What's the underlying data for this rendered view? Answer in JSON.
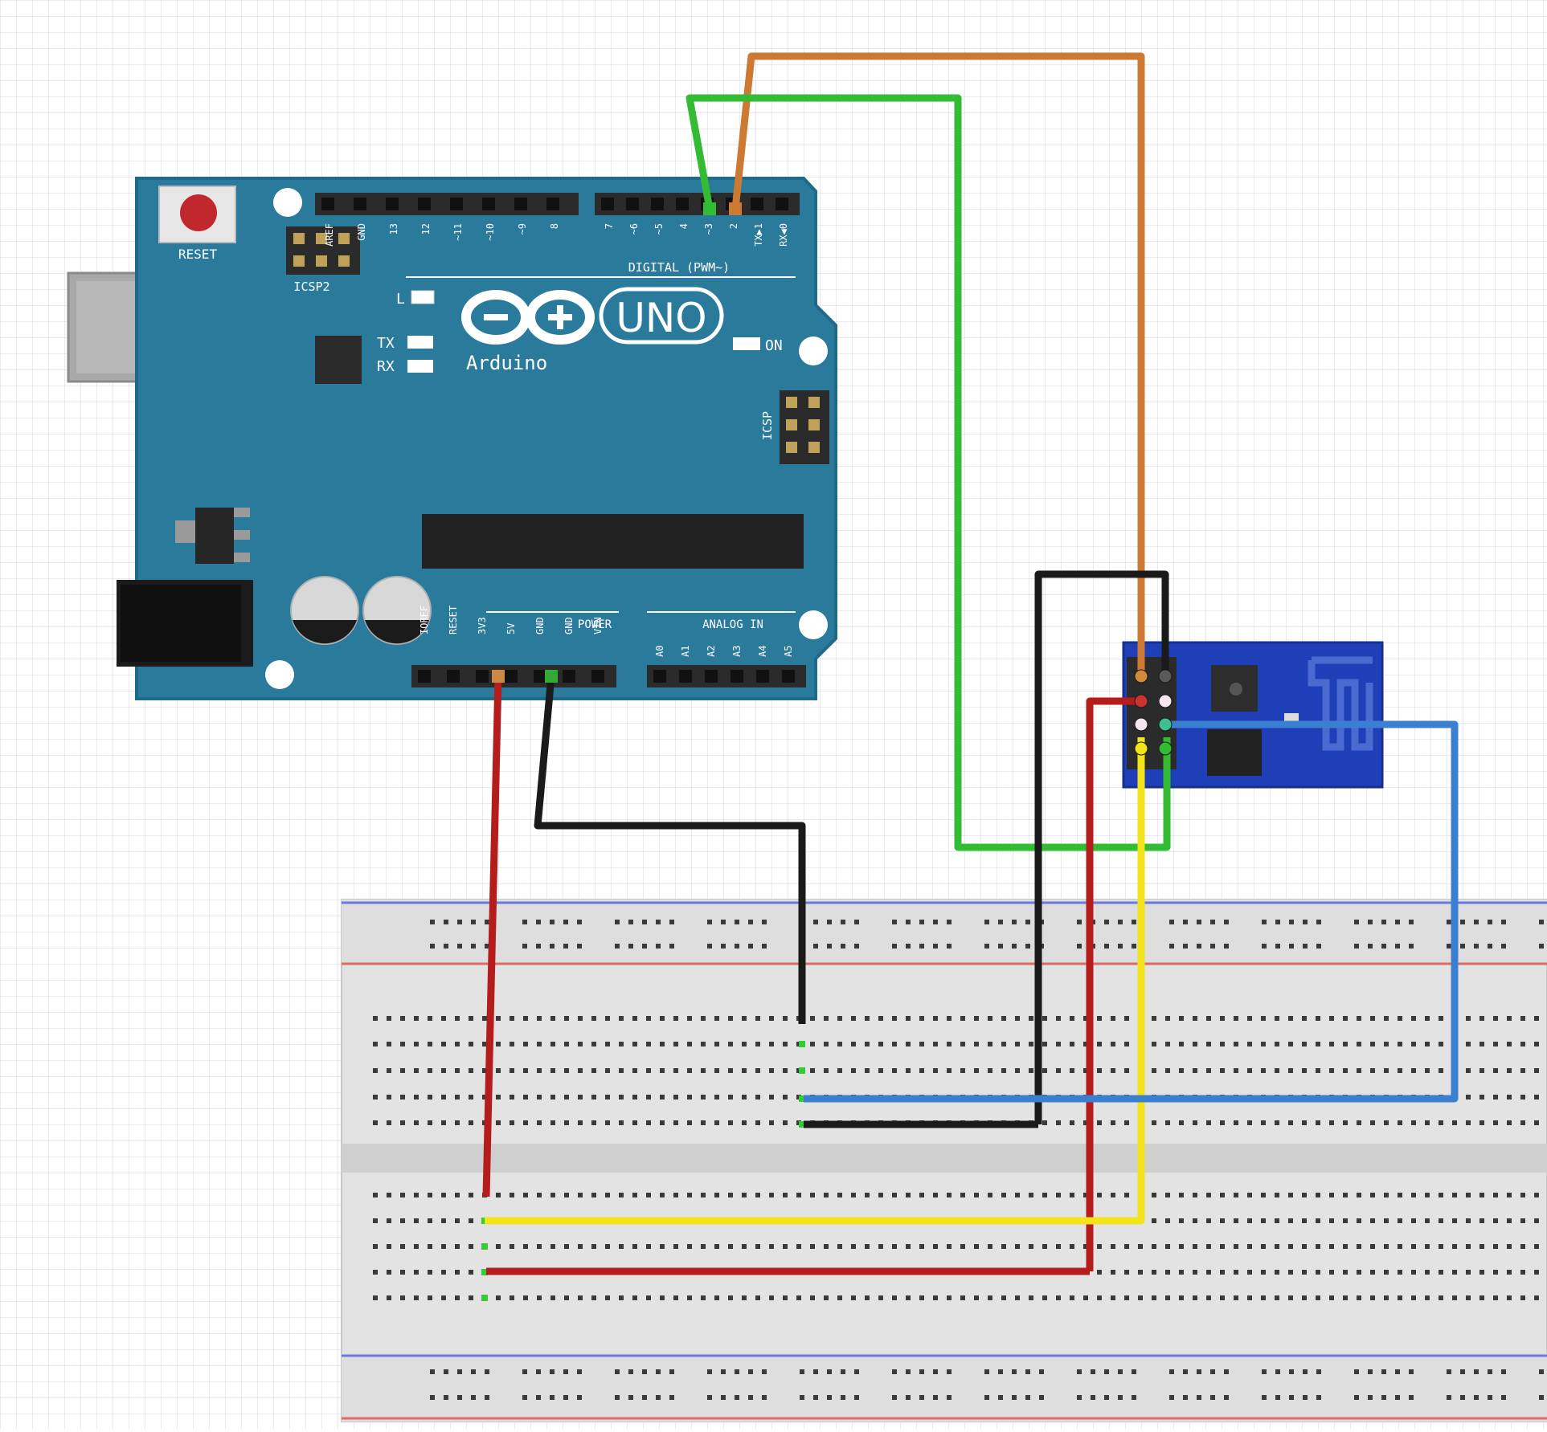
{
  "colors": {
    "board": "#2a7a9b",
    "board_edge": "#1f6482",
    "header": "#2b2b2b",
    "breadboard": "#e6e6e6",
    "rail_red": "#d9534f",
    "rail_blue": "#5b6ee1",
    "esp_board": "#1f3fb8",
    "wire_orange": "#cc7a33",
    "wire_green": "#33bb33",
    "wire_black": "#1a1a1a",
    "wire_red": "#b51d1d",
    "wire_yellow": "#f2e31a",
    "wire_blue": "#3b7fd1"
  },
  "arduino": {
    "reset_label": "RESET",
    "icsp2_label": "ICSP2",
    "icsp_label": "ICSP",
    "l_label": "L",
    "tx_label": "TX",
    "rx_label": "RX",
    "on_label": "ON",
    "uno_label": "UNO",
    "brand_label": "Arduino",
    "digital_label": "DIGITAL (PWM~)",
    "power_label": "POWER",
    "analog_label": "ANALOG IN",
    "top_pins_left": [
      "AREF",
      "GND",
      "13",
      "12",
      "~11",
      "~10",
      "~9",
      "8"
    ],
    "top_pins_right": [
      "7",
      "~6",
      "~5",
      "4",
      "~3",
      "2",
      "TX▶1",
      "RX◀0"
    ],
    "bottom_pins_power": [
      "IOREF",
      "RESET",
      "3V3",
      "5V",
      "GND",
      "GND",
      "VIN"
    ],
    "bottom_pins_analog": [
      "A0",
      "A1",
      "A2",
      "A3",
      "A4",
      "A5"
    ]
  },
  "wires": [
    {
      "id": "orange",
      "color_key": "wire_orange"
    },
    {
      "id": "green",
      "color_key": "wire_green"
    },
    {
      "id": "black-esp",
      "color_key": "wire_black"
    },
    {
      "id": "red-esp",
      "color_key": "wire_red"
    },
    {
      "id": "yellow",
      "color_key": "wire_yellow"
    },
    {
      "id": "blue",
      "color_key": "wire_blue"
    },
    {
      "id": "red-3v3",
      "color_key": "wire_red"
    },
    {
      "id": "black-gnd",
      "color_key": "wire_black"
    }
  ]
}
